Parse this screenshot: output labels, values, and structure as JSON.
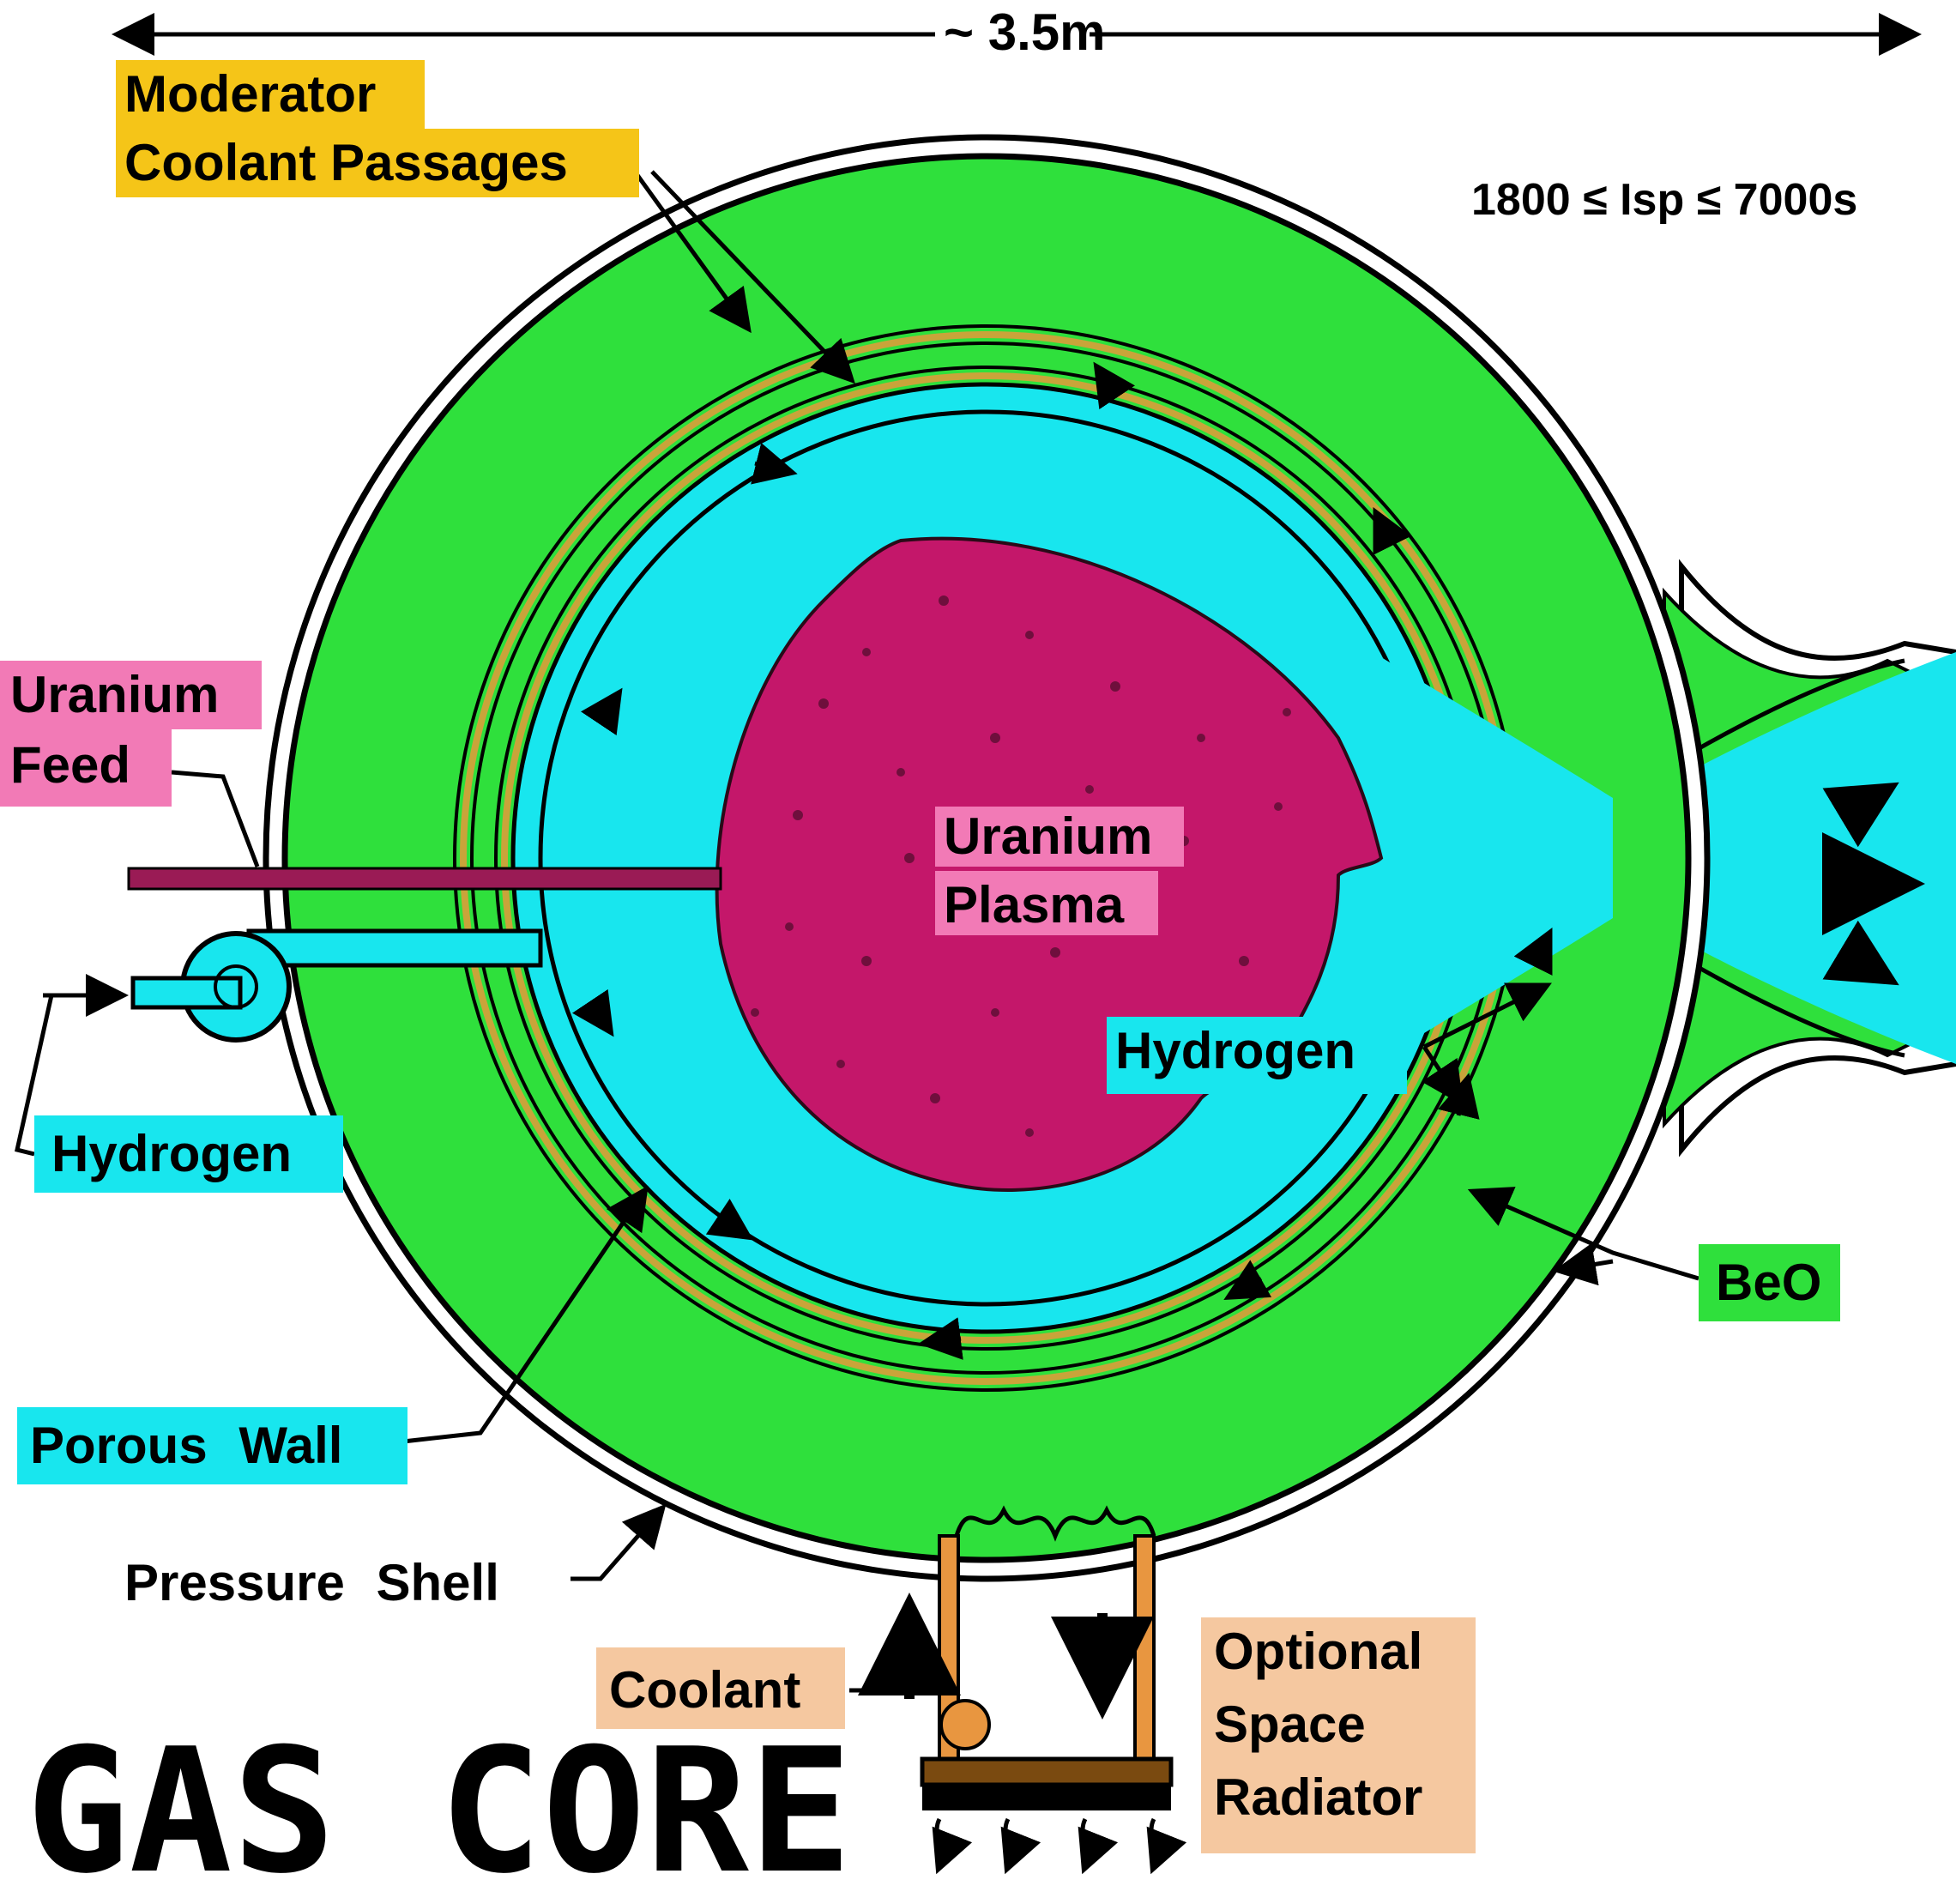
{
  "dimension": "~ 3.5m",
  "isp_range": "1800 ≤ Isp ≤ 7000s",
  "labels": {
    "moderator_line1": "Moderator",
    "moderator_line2": "Coolant Passages",
    "uranium_feed_line1": "Uranium",
    "uranium_feed_line2": "Feed",
    "uranium_plasma_line1": "Uranium",
    "uranium_plasma_line2": "Plasma",
    "hydrogen_inlet": "Hydrogen",
    "hydrogen_inner": "Hydrogen",
    "beo": "BeO",
    "porous_wall": "Porous Wall",
    "pressure_shell": "Pressure Shell",
    "coolant": "Coolant",
    "radiator_line1": "Optional",
    "radiator_line2": "Space",
    "radiator_line3": "Radiator"
  },
  "title": "GAS CORE",
  "colors": {
    "moderator_green": "#2fe03c",
    "hydrogen_cyan": "#18e6ee",
    "plasma_magenta": "#c4176a",
    "label_yellow": "#f5c518",
    "label_pink": "#f27ab6",
    "label_orange": "#f5c8a0",
    "feed_tube": "#9a1b55",
    "liner_gold": "#c9a43a",
    "coolant_orange": "#e89640"
  }
}
